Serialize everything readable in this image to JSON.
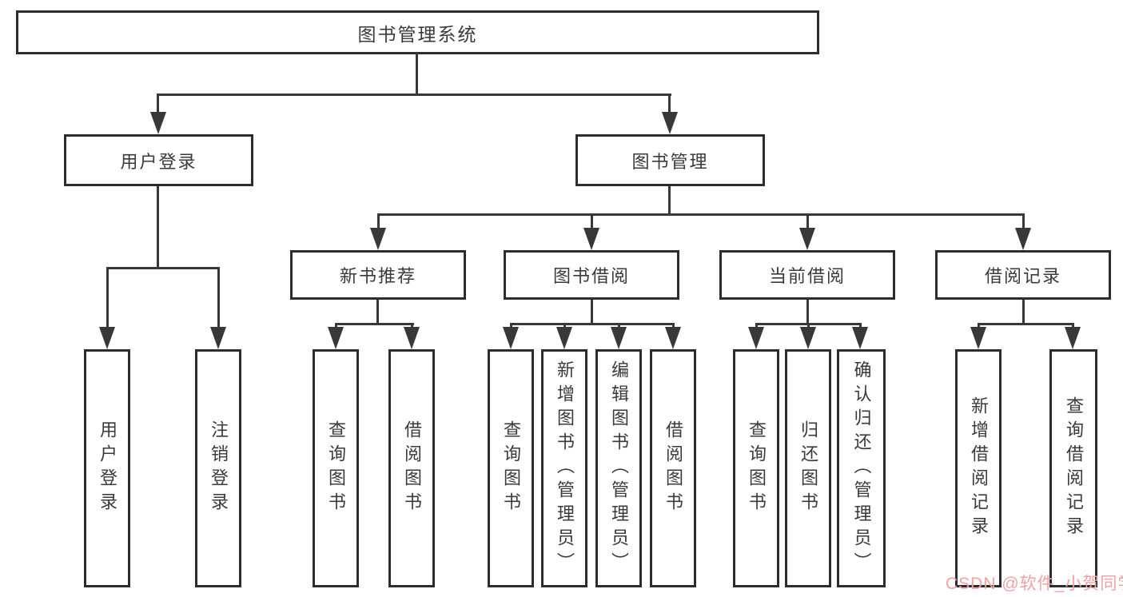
{
  "root": {
    "label": "图书管理系统"
  },
  "level2": [
    {
      "label": "用户登录"
    },
    {
      "label": "图书管理"
    }
  ],
  "level3": [
    {
      "label": "新书推荐"
    },
    {
      "label": "图书借阅"
    },
    {
      "label": "当前借阅"
    },
    {
      "label": "借阅记录"
    }
  ],
  "leaves": {
    "user_login": [
      {
        "label": "用户登录"
      },
      {
        "label": "注销登录"
      }
    ],
    "new_book": [
      {
        "label": "查询图书"
      },
      {
        "label": "借阅图书"
      }
    ],
    "book_borrow": [
      {
        "label": "查询图书"
      },
      {
        "label": "新增图书（管理员）"
      },
      {
        "label": "编辑图书（管理员）"
      },
      {
        "label": "借阅图书"
      }
    ],
    "current_borrow": [
      {
        "label": "查询图书"
      },
      {
        "label": "归还图书"
      },
      {
        "label": "确认归还（管理员）"
      }
    ],
    "borrow_records": [
      {
        "label": "新增借阅记录"
      },
      {
        "label": "查询借阅记录"
      }
    ]
  },
  "watermark": {
    "text": "CSDN @软件_小贺同学",
    "color": "#f2a2a2"
  },
  "colors": {
    "line": "#383838",
    "border": "#2d2d2d",
    "text": "#3a3a3a",
    "background": "#ffffff"
  }
}
